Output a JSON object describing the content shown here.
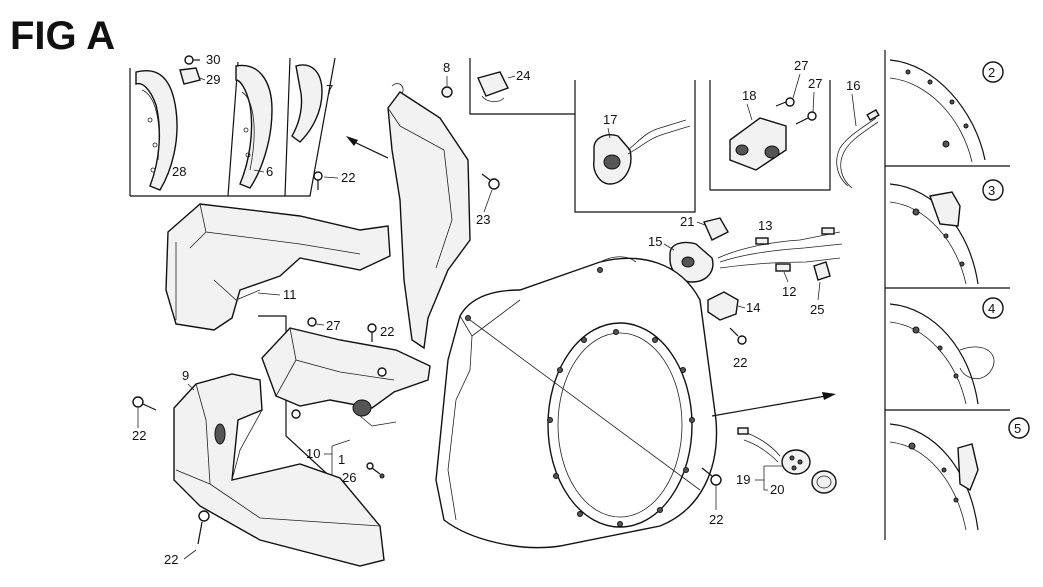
{
  "figure": {
    "title": "FIG A"
  },
  "callouts": {
    "c30": "30",
    "c29": "29",
    "c28": "28",
    "c6": "6",
    "c7": "7",
    "c8": "8",
    "c24": "24",
    "c17": "17",
    "c18": "18",
    "c27a": "27",
    "c27b": "27",
    "c16": "16",
    "c22a": "22",
    "c23": "23",
    "c21": "21",
    "c13": "13",
    "c15": "15",
    "c11": "11",
    "c12": "12",
    "c25": "25",
    "c14": "14",
    "c27c": "27",
    "c22b": "22",
    "c22c": "22",
    "c9": "9",
    "c22d": "22",
    "c10": "10",
    "c1": "1",
    "c26": "26",
    "c19": "19",
    "c20": "20",
    "c22e": "22",
    "c22f": "22"
  },
  "detail_views": {
    "d2": "2",
    "d3": "3",
    "d4": "4",
    "d5": "5"
  }
}
